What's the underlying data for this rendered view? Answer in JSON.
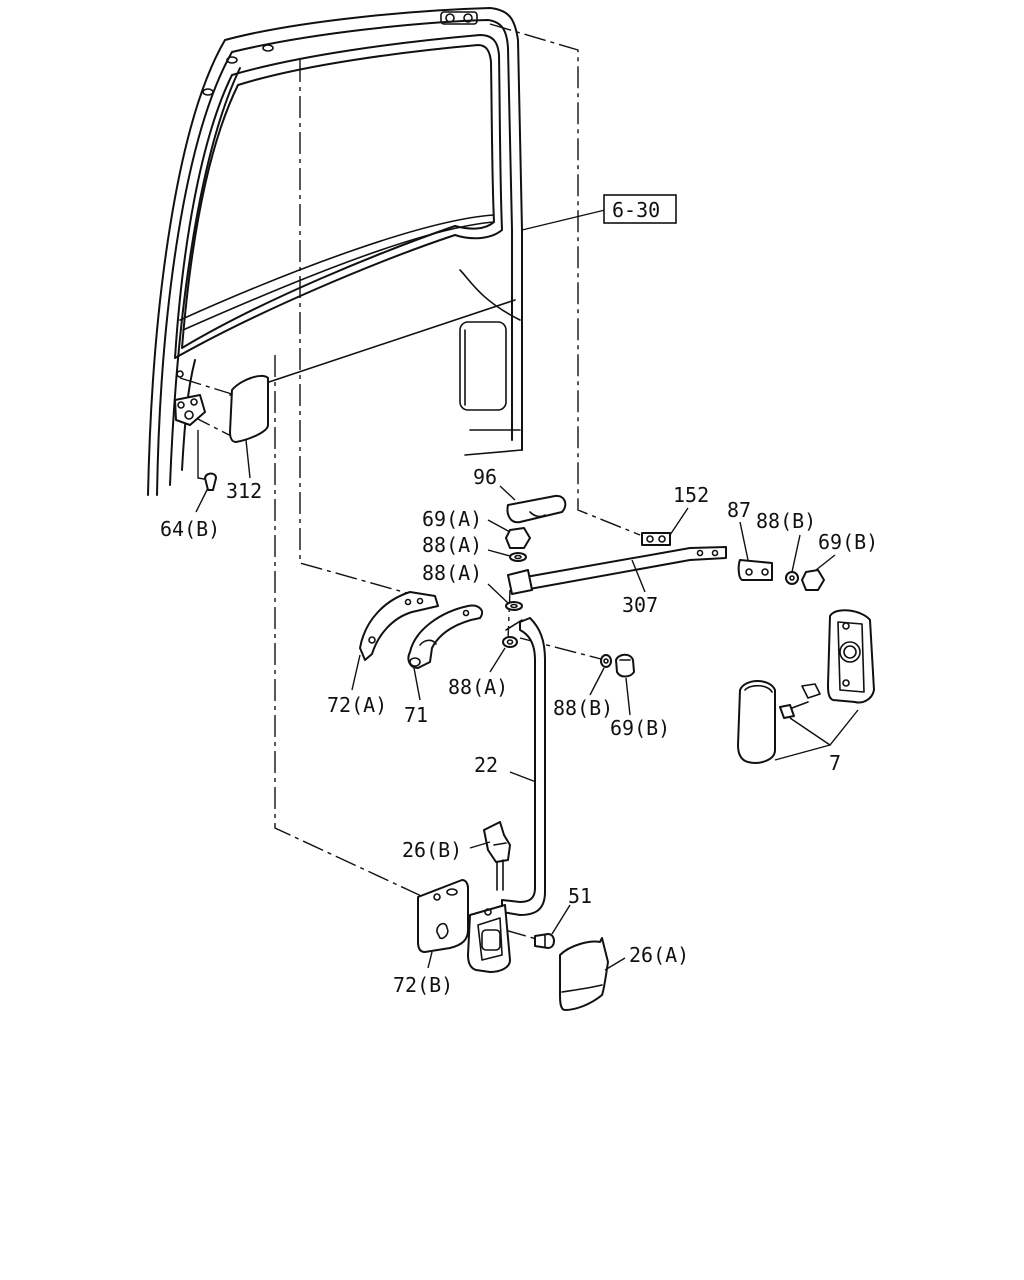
{
  "labels": {
    "ref_6_30": "6-30",
    "p312": "312",
    "p64b": "64(B)",
    "p96": "96",
    "p152": "152",
    "p87": "87",
    "p88b_top": "88(B)",
    "p69b_top": "69(B)",
    "p69a": "69(A)",
    "p88a_1": "88(A)",
    "p88a_2": "88(A)",
    "p307": "307",
    "p72a": "72(A)",
    "p71": "71",
    "p88a_3": "88(A)",
    "p88b_mid": "88(B)",
    "p69b_mid": "69(B)",
    "p7": "7",
    "p22": "22",
    "p26b": "26(B)",
    "p51": "51",
    "p26a": "26(A)",
    "p72b": "72(B)"
  }
}
